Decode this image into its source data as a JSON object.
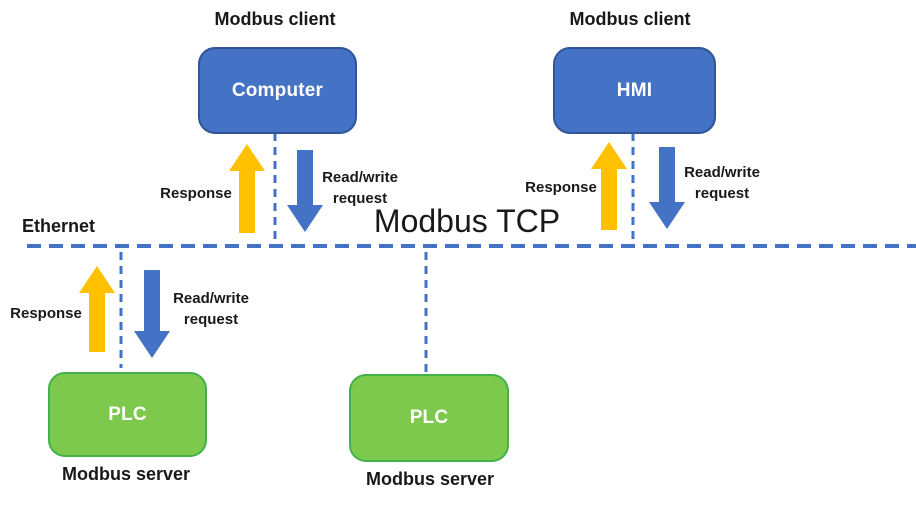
{
  "colors": {
    "accent-blue": "#4472C4",
    "blue-border": "#2F5597",
    "arrow-yellow": "#FFC000",
    "green-fill": "#7CC94E",
    "green-border": "#43B04A",
    "text-dark": "#191919"
  },
  "titles": {
    "client_left": "Modbus client",
    "client_right": "Modbus client",
    "server_left": "Modbus server",
    "server_middle": "Modbus server"
  },
  "network": {
    "ethernet_label": "Ethernet",
    "protocol_label": "Modbus TCP"
  },
  "nodes": {
    "computer": "Computer",
    "hmi": "HMI",
    "plc_left": "PLC",
    "plc_middle": "PLC"
  },
  "flows": {
    "response": "Response",
    "request_line1": "Read/write",
    "request_line2": "request"
  }
}
